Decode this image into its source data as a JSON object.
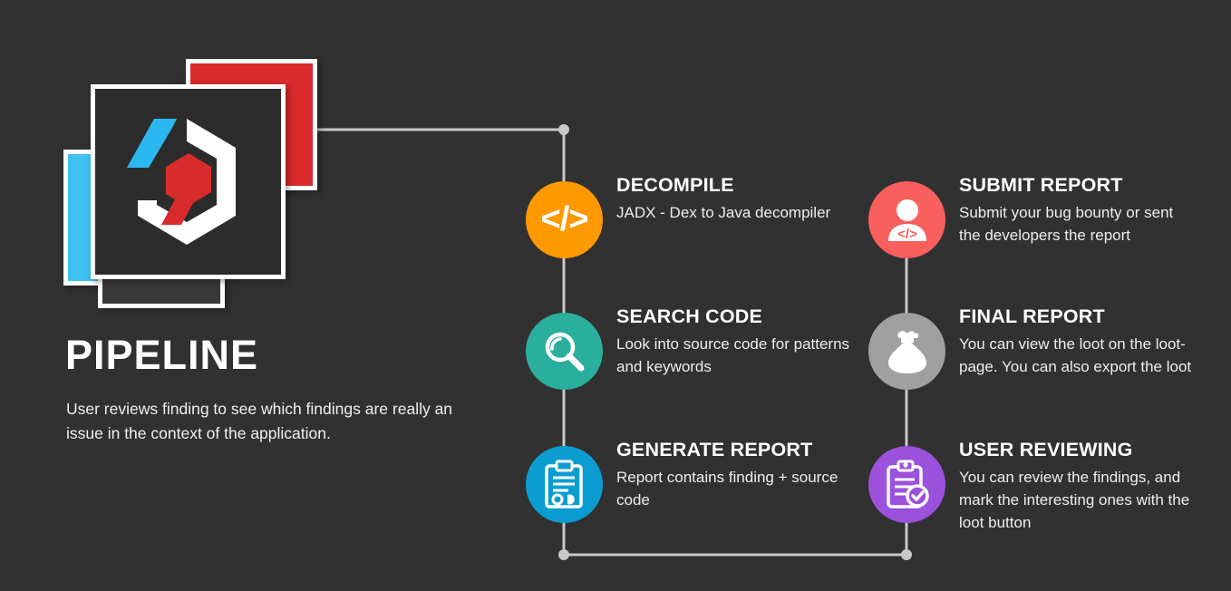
{
  "background": "#313131",
  "brand": {
    "title": "PIPELINE",
    "subtitle": "User reviews finding to see which findings are really an issue in the context of the application.",
    "logo_name": "hexagon-logo",
    "card_colors": {
      "red": "#D92B2B",
      "blue": "#3FC1F2",
      "dark": "#2c2c2c"
    }
  },
  "connector_color": "#c9c9c9",
  "steps": [
    {
      "id": "decompile",
      "title": "DECOMPILE",
      "desc": "JADX - Dex to Java decompiler",
      "color": "#FF9900",
      "icon": "code-brackets-icon",
      "column": "left"
    },
    {
      "id": "search-code",
      "title": "SEARCH CODE",
      "desc": "Look into source code for patterns and keywords",
      "color": "#2AAE9E",
      "icon": "magnifying-glass-icon",
      "column": "left"
    },
    {
      "id": "generate-report",
      "title": "GENERATE REPORT",
      "desc": "Report contains finding + source code",
      "color": "#0B9DD1",
      "icon": "clipboard-report-icon",
      "column": "left"
    },
    {
      "id": "submit-report",
      "title": "SUBMIT REPORT",
      "desc": "Submit your bug bounty or sent the developers the report",
      "color": "#F95F5C",
      "icon": "developer-person-icon",
      "column": "right"
    },
    {
      "id": "final-report",
      "title": "FINAL REPORT",
      "desc": "You can view the loot on the loot-page. You can also export the loot",
      "color": "#A0A0A0",
      "icon": "loot-bag-icon",
      "column": "right"
    },
    {
      "id": "user-reviewing",
      "title": "USER REVIEWING",
      "desc": "You can review the findings, and mark the interesting ones with the loot button",
      "color": "#9B51DB",
      "icon": "clipboard-check-icon",
      "column": "right"
    }
  ]
}
